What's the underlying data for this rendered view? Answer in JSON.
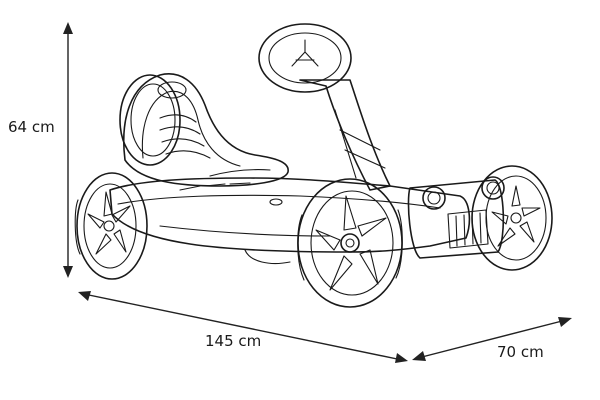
{
  "dimensions": {
    "height_label": "64 cm",
    "length_label": "145 cm",
    "width_label": "70 cm"
  }
}
